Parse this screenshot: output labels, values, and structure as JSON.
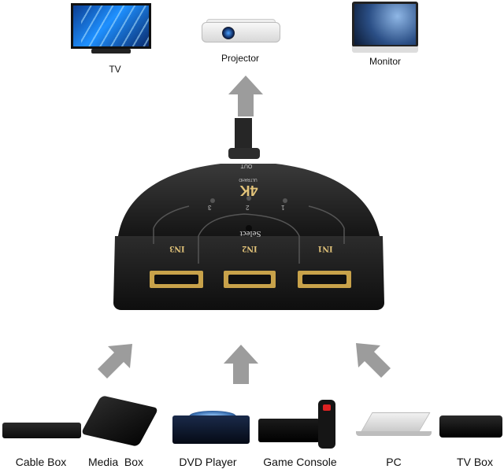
{
  "outputs": [
    {
      "label": "TV"
    },
    {
      "label": "Projector"
    },
    {
      "label": "Monitor"
    }
  ],
  "switch": {
    "out_label": "OUT",
    "badge": "4K",
    "badge_sub": "ULTRAHD",
    "select_label": "Select",
    "led_labels": [
      "1",
      "2",
      "3"
    ],
    "ports": [
      "IN1",
      "IN2",
      "IN3"
    ]
  },
  "inputs": [
    {
      "label": "Cable Box"
    },
    {
      "label": "Media  Box"
    },
    {
      "label": "DVD Player"
    },
    {
      "label": "Game Console"
    },
    {
      "label": "PC"
    },
    {
      "label": "TV Box"
    }
  ],
  "colors": {
    "arrow": "#9c9c9c",
    "device_body": "#1e1e1e",
    "port_gold": "#c8a24a",
    "port_text": "#e3c47a"
  }
}
